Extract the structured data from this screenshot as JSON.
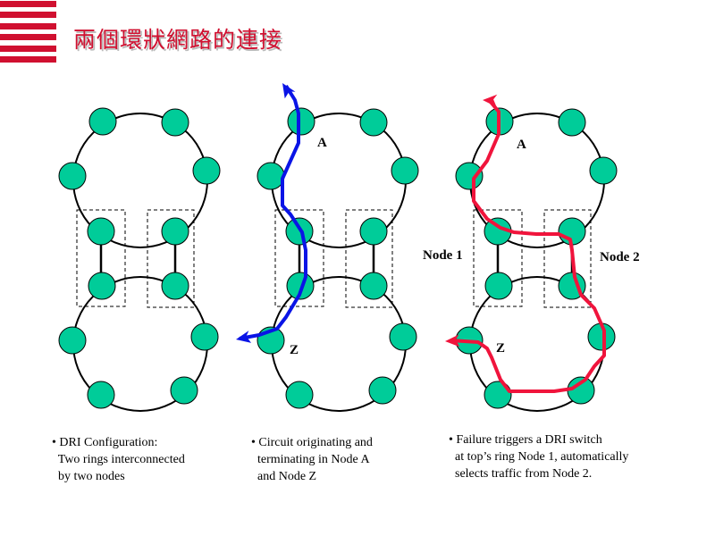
{
  "header": {
    "title": "兩個環狀網路的連接"
  },
  "colors": {
    "accent": "#d01030",
    "node": "#00cc99",
    "circuit": "#0a14e6",
    "failover": "#f0143c"
  },
  "diagrams": [
    {
      "caption": "• DRI Configuration:\n  Two rings interconnected\n  by two nodes"
    },
    {
      "caption": "• Circuit originating and\n  terminating in Node A\n  and Node Z",
      "labels": {
        "a": "A",
        "z": "Z"
      }
    },
    {
      "caption": "• Failure triggers a DRI switch\n  at top’s ring Node 1, automatically\n  selects traffic from Node 2.",
      "labels": {
        "a": "A",
        "z": "Z",
        "node1": "Node 1",
        "node2": "Node 2"
      }
    }
  ]
}
